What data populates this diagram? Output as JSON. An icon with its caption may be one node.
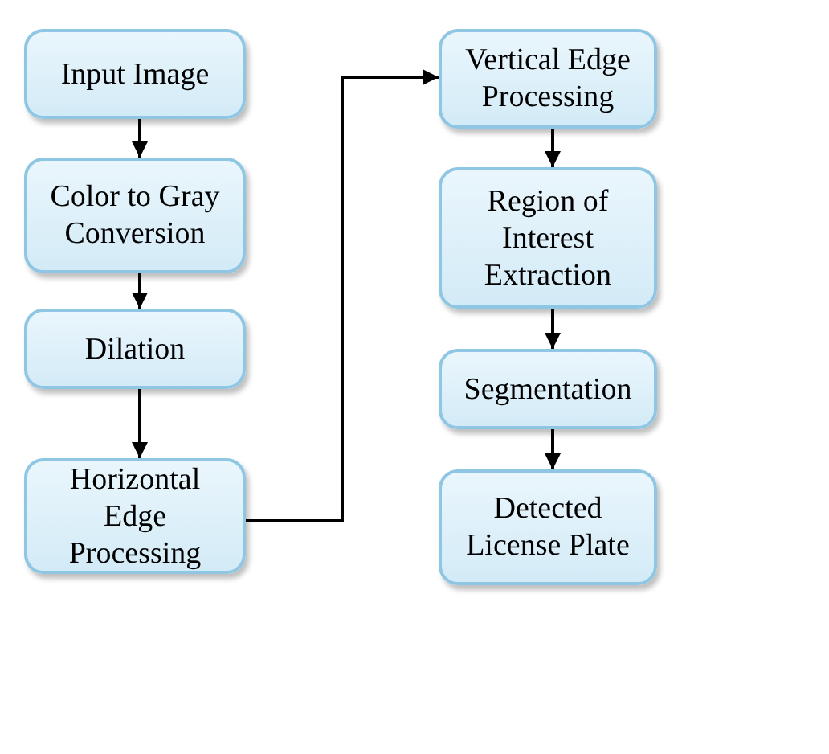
{
  "diagram": {
    "nodes": [
      {
        "text": [
          "Input Image"
        ]
      },
      {
        "text": [
          "Color to Gray Conversion"
        ]
      },
      {
        "text": [
          "Dilation"
        ]
      },
      {
        "text": [
          "Horizontal Edge Processing"
        ]
      },
      {
        "text": [
          "Vertical Edge Processing"
        ]
      },
      {
        "text": [
          "Region of Interest Extraction"
        ]
      },
      {
        "text": [
          "Segmentation"
        ]
      },
      {
        "text": [
          "Detected License Plate"
        ]
      }
    ],
    "edges": [
      {
        "from": 0,
        "to": 1,
        "arrow": "to"
      },
      {
        "from": 1,
        "to": 2,
        "arrow": "to"
      },
      {
        "from": 2,
        "to": 3,
        "arrow": "to"
      },
      {
        "from": 3,
        "to": 4,
        "arrow": "to"
      },
      {
        "from": 4,
        "to": 5,
        "arrow": "to"
      },
      {
        "from": 5,
        "to": 6,
        "arrow": "to"
      },
      {
        "from": 6,
        "to": 7,
        "arrow": "to"
      }
    ]
  }
}
